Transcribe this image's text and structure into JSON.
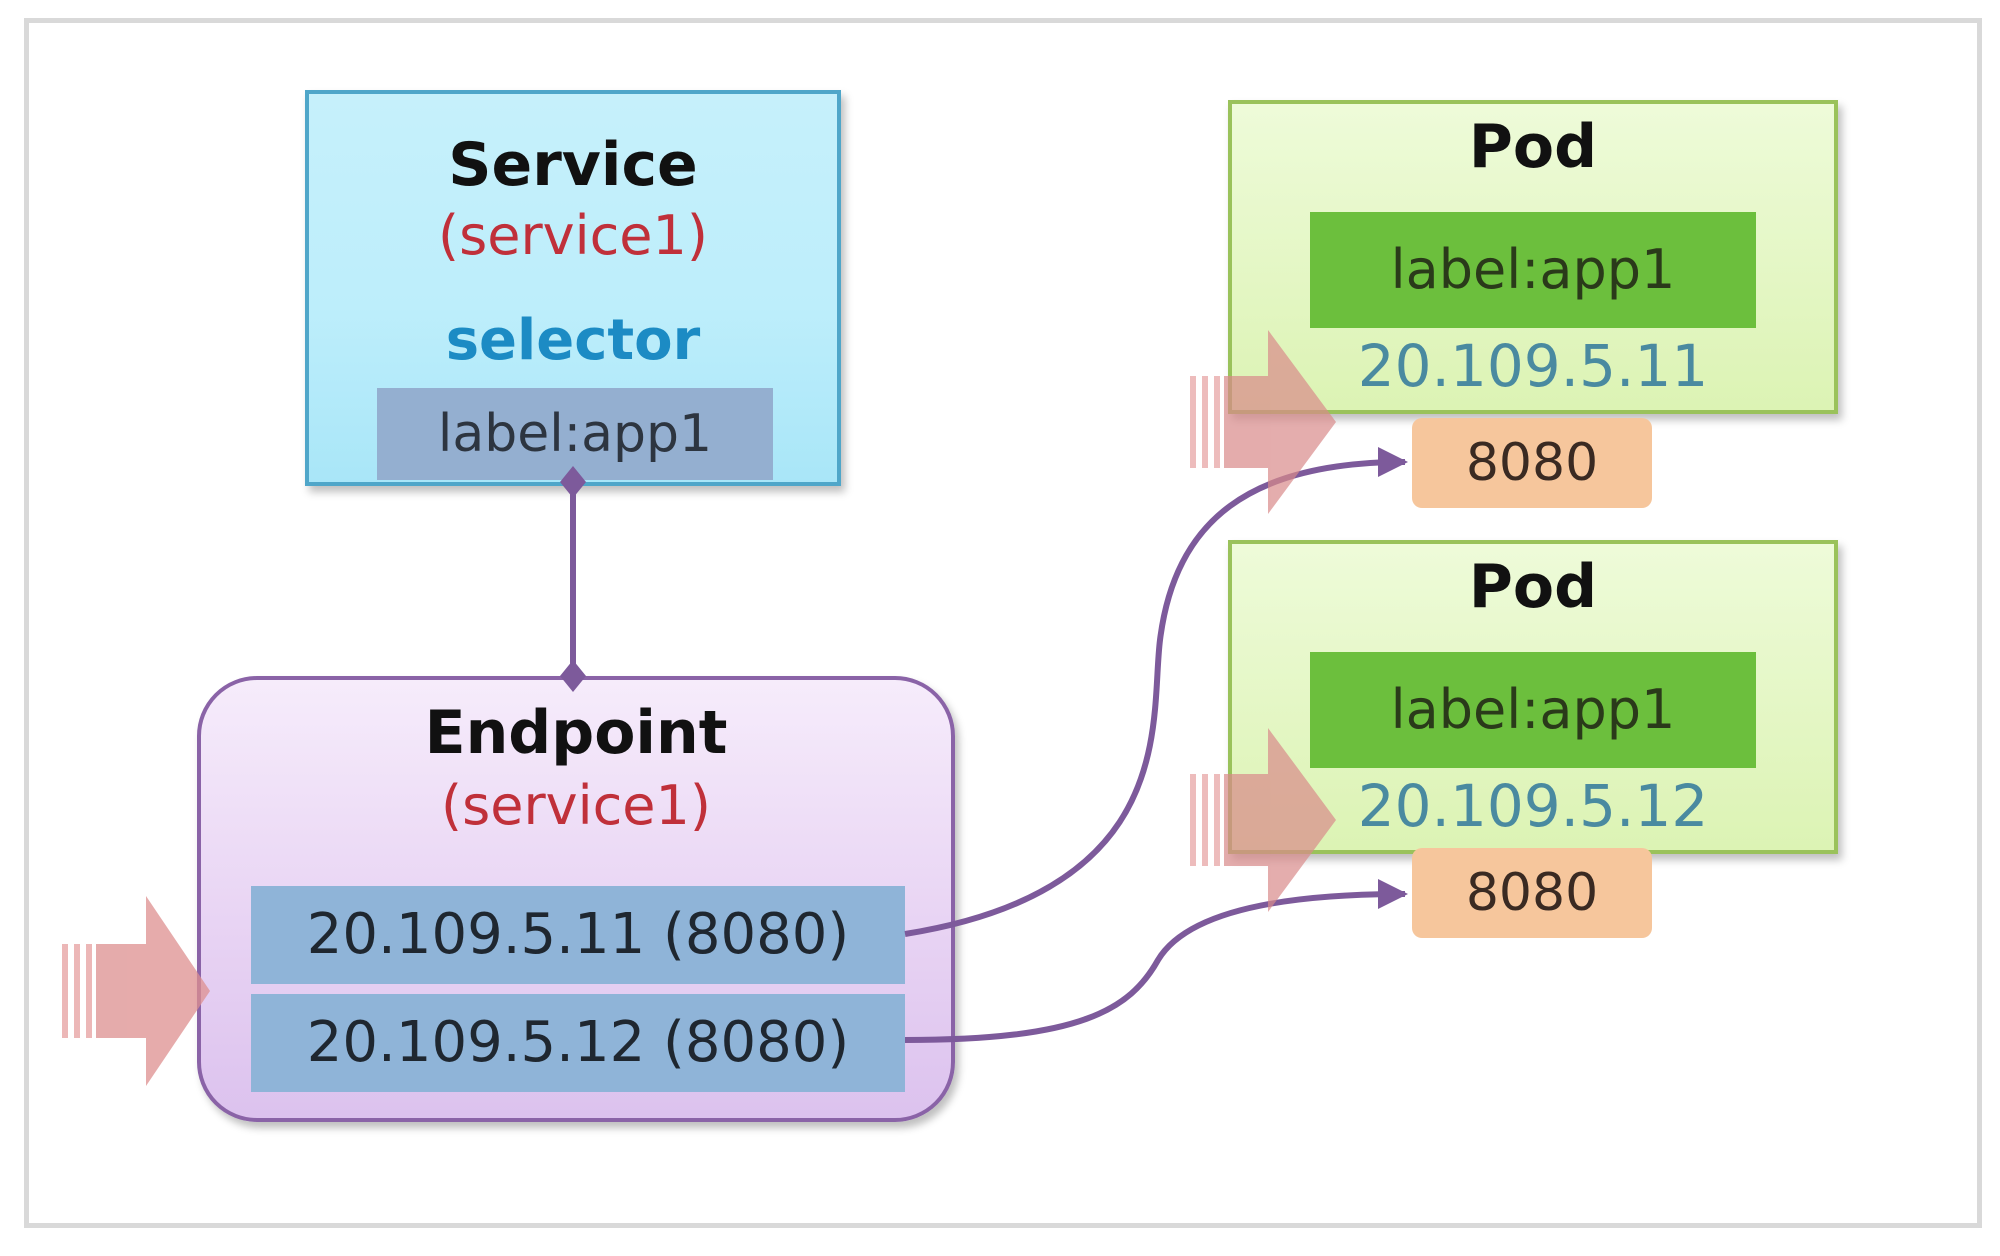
{
  "service": {
    "title": "Service",
    "name": "(service1)",
    "selector": "selector",
    "label": "label:app1"
  },
  "endpoint": {
    "title": "Endpoint",
    "name": "(service1)",
    "rows": [
      "20.109.5.11  (8080)",
      "20.109.5.12  (8080)"
    ]
  },
  "pods": [
    {
      "title": "Pod",
      "label": "label:app1",
      "ip": "20.109.5.11",
      "port": "8080"
    },
    {
      "title": "Pod",
      "label": "label:app1",
      "ip": "20.109.5.12",
      "port": "8080"
    }
  ],
  "colors": {
    "service_fill": "#bdeefb",
    "endpoint_fill": "#e7d2f3",
    "pod_fill": "#dcf3b4",
    "pod_label_fill": "#6cbf3d",
    "port_fill": "#f6c69c",
    "connector": "#7d5a9b",
    "traffic_arrow": "#e09090"
  }
}
